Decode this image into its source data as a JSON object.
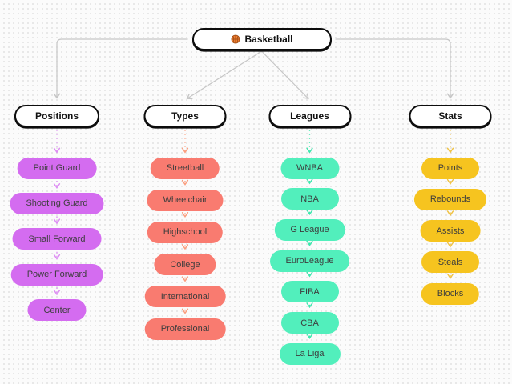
{
  "canvas": {
    "background_color": "#fbfbfb",
    "dot_grid_color": "#e2e2e2",
    "tree_connector_color": "#c6c6c6"
  },
  "root": {
    "label": "Basketball",
    "icon": "basketball-icon",
    "fill": "#ffffff",
    "border_color": "#0d0d0d"
  },
  "branches": [
    {
      "id": "positions",
      "label": "Positions",
      "pill_color": "#d46cf0",
      "arrow_color": "#dd8df3",
      "items": [
        "Point Guard",
        "Shooting Guard",
        "Small Forward",
        "Power Forward",
        "Center"
      ]
    },
    {
      "id": "types",
      "label": "Types",
      "pill_color": "#f97b70",
      "arrow_color": "#fb9d7d",
      "items": [
        "Streetball",
        "Wheelchair",
        "Highschool",
        "College",
        "International",
        "Professional"
      ]
    },
    {
      "id": "leagues",
      "label": "Leagues",
      "pill_color": "#52efbc",
      "arrow_color": "#3fe7ae",
      "items": [
        "WNBA",
        "NBA",
        "G League",
        "EuroLeague",
        "FIBA",
        "CBA",
        "La Liga"
      ]
    },
    {
      "id": "stats",
      "label": "Stats",
      "pill_color": "#f6c41f",
      "arrow_color": "#f0c243",
      "items": [
        "Points",
        "Rebounds",
        "Assists",
        "Steals",
        "Blocks"
      ]
    }
  ]
}
